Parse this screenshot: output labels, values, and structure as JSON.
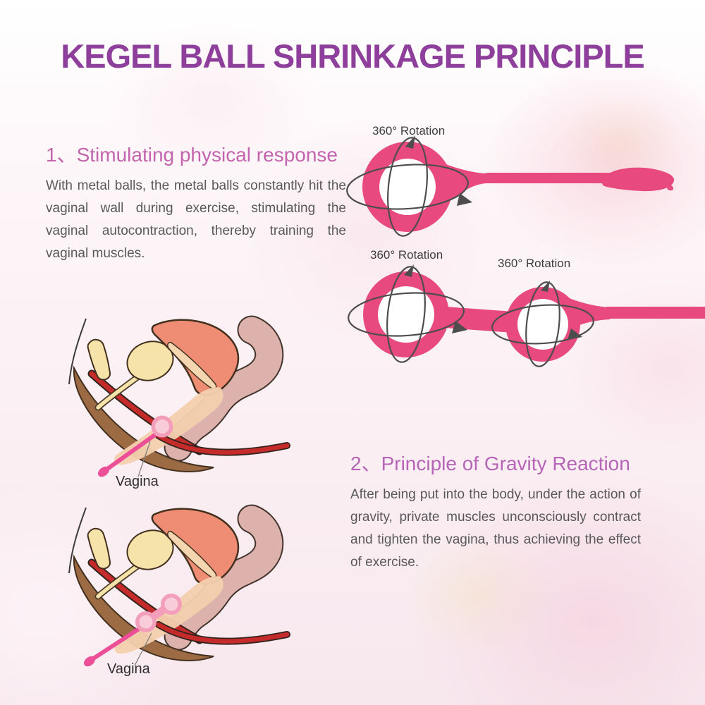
{
  "title": "KEGEL BALL SHRINKAGE PRINCIPLE",
  "section1": {
    "heading": "1、Stimulating physical response",
    "body": "With metal balls, the metal balls constantly hit the vaginal wall during exercise, stimulating the vaginal autocontraction, thereby training the vaginal muscles."
  },
  "section2": {
    "heading": "2、Principle of Gravity Reaction",
    "body": "After being put into the body, under the action of gravity, private muscles unconsciously contract and tighten the vagina, thus achieving the effect of exercise."
  },
  "device_single": {
    "rotation_label": "360° Rotation"
  },
  "device_double": {
    "rotation_label_left": "360° Rotation",
    "rotation_label_right": "360° Rotation"
  },
  "diagram_single": {
    "label": "Vagina"
  },
  "diagram_double": {
    "label": "Vagina"
  },
  "colors": {
    "title": "#8e3f9b",
    "heading_1": "#c464ae",
    "heading_2": "#b666b6",
    "body_text": "#58585a",
    "rotation_label": "#3d3d3d",
    "vagina_label": "#2e2e2e",
    "device_pink": "#e8497e",
    "orbit_gray": "#4d4d4d",
    "ball_ring": "#f39fbb",
    "ball_core": "#f8ccd8",
    "tail_pink": "#ec4f97",
    "uterus": "#ee8d74",
    "uterus_cavity": "#f4d7b0",
    "bladder": "#f5e3a9",
    "canal": "#f2cfae",
    "rectum": "#ddb1ac",
    "muscle": "#9c6b44",
    "red_band": "#c62b2b",
    "outline": "#43301f"
  }
}
